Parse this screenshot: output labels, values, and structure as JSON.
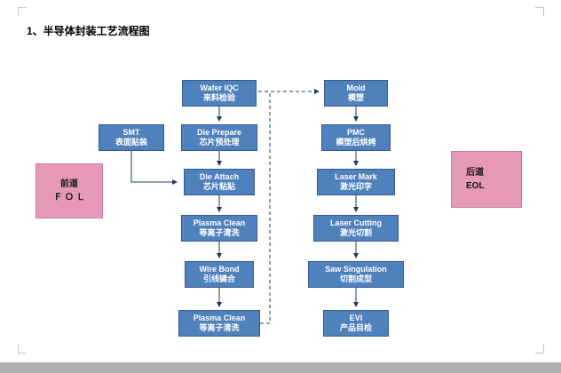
{
  "title": "1、半导体封装工艺流程图",
  "colors": {
    "process_box": "#4f81bd",
    "process_box_border": "#36598c",
    "stage_box": "#e698b8",
    "arrow": "#1f3864"
  },
  "smt": {
    "en": "SMT",
    "zh": "表面贴装"
  },
  "fol_steps": [
    {
      "en": "Wafer IQC",
      "zh": "来料检验"
    },
    {
      "en": "Die Prepare",
      "zh": "芯片预处理"
    },
    {
      "en": "Die Attach",
      "zh": "芯片粘贴"
    },
    {
      "en": "Plasma Clean",
      "zh": "等离子清洗"
    },
    {
      "en": "Wire Bond",
      "zh": "引线键合"
    },
    {
      "en": "Plasma Clean",
      "zh": "等离子清洗"
    }
  ],
  "eol_steps": [
    {
      "en": "Mold",
      "zh": "模塑"
    },
    {
      "en": "PMC",
      "zh": "模塑后烘烤"
    },
    {
      "en": "Laser Mark",
      "zh": "激光印字"
    },
    {
      "en": "Laser Cutting",
      "zh": "激光切割"
    },
    {
      "en": "Saw Singulation",
      "zh": "切割成型"
    },
    {
      "en": "EVI",
      "zh": "产品目检"
    }
  ],
  "stages": {
    "fol": {
      "line1": "前道",
      "line2": "Ｆ Ｏ Ｌ"
    },
    "eol": {
      "line1": "后道",
      "line2": "EOL"
    }
  }
}
